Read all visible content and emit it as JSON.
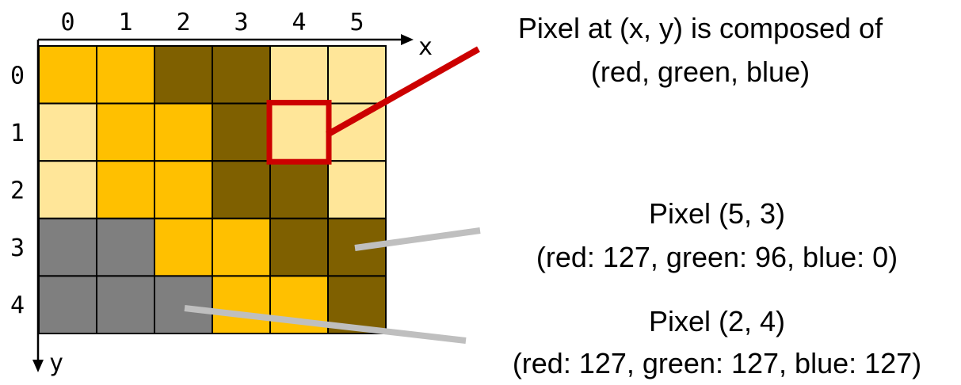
{
  "colors": {
    "palette": {
      "gold": "#ffc000",
      "brown": "#7f6000",
      "light": "#ffe699",
      "gray": "#7f7f7f"
    },
    "grid_line": "#000000",
    "highlight": "#cc0000",
    "leader": "#bfbfbf"
  },
  "grid": {
    "cols": 6,
    "rows": 5,
    "x_labels": [
      "0",
      "1",
      "2",
      "3",
      "4",
      "5"
    ],
    "y_labels": [
      "0",
      "1",
      "2",
      "3",
      "4"
    ],
    "x_axis_label": "x",
    "y_axis_label": "y",
    "pixels": [
      [
        "gold",
        "gold",
        "brown",
        "brown",
        "light",
        "light"
      ],
      [
        "light",
        "gold",
        "gold",
        "brown",
        "light",
        "light"
      ],
      [
        "light",
        "gold",
        "gold",
        "brown",
        "brown",
        "light"
      ],
      [
        "gray",
        "gray",
        "gold",
        "gold",
        "brown",
        "brown"
      ],
      [
        "gray",
        "gray",
        "gray",
        "gold",
        "gold",
        "brown"
      ]
    ],
    "highlight_pixel": {
      "x": 4,
      "y": 1
    }
  },
  "annotations": {
    "composition": {
      "line1": "Pixel at (x, y) is composed of",
      "line2": "(red, green, blue)"
    },
    "pixel_5_3": {
      "title": "Pixel (5, 3)",
      "values": "(red: 127, green: 96, blue: 0)",
      "pixel": {
        "x": 5,
        "y": 3
      }
    },
    "pixel_2_4": {
      "title": "Pixel (2, 4)",
      "values": "(red: 127, green: 127, blue: 127)",
      "pixel": {
        "x": 2,
        "y": 4
      }
    }
  }
}
